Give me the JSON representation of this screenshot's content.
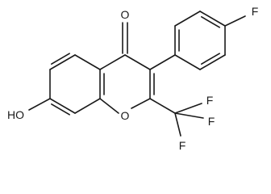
{
  "molecule": {
    "atoms": {
      "carbonyl_o": "O",
      "ring_o": "O",
      "hydroxyl": "HO",
      "fluorine_aryl": "F",
      "cf3_f_top": "F",
      "cf3_f_right": "F",
      "cf3_f_bottom": "F"
    }
  }
}
